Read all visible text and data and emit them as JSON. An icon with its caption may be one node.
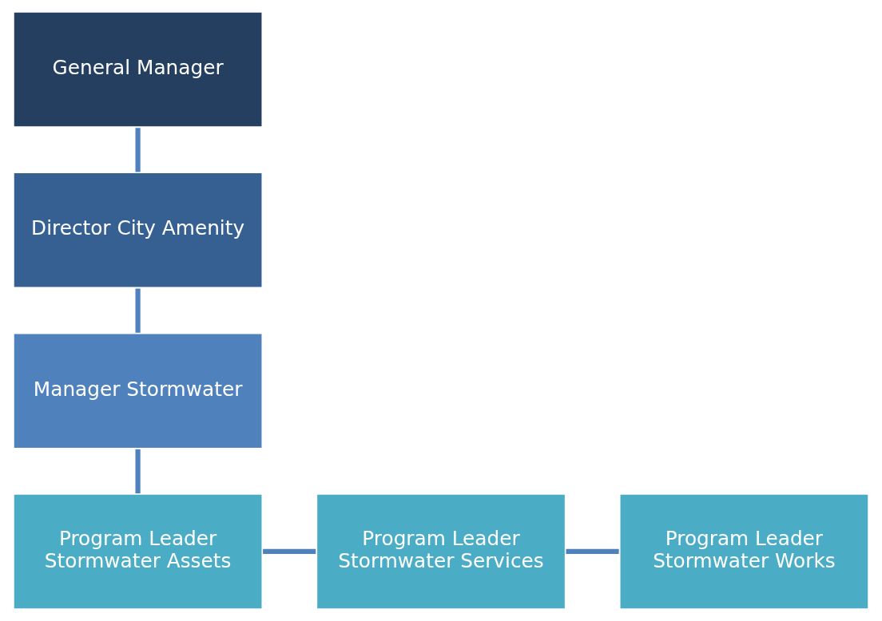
{
  "diagram": {
    "nodes": [
      {
        "text": [
          "General Manager"
        ]
      },
      {
        "text": [
          "Director City Amenity"
        ]
      },
      {
        "text": [
          "Manager Stormwater"
        ]
      },
      {
        "text": [
          "Program Leader Stormwater Assets"
        ]
      },
      {
        "text": [
          "Program Leader Stormwater Services"
        ]
      },
      {
        "text": [
          "Program Leader Stormwater Works"
        ]
      }
    ],
    "edges": [
      {
        "from": 0,
        "to": 1,
        "arrow": "none"
      },
      {
        "from": 1,
        "to": 2,
        "arrow": "none"
      },
      {
        "from": 2,
        "to": 3,
        "arrow": "none"
      },
      {
        "from": 3,
        "to": 4,
        "arrow": "none"
      },
      {
        "from": 4,
        "to": 5,
        "arrow": "none"
      }
    ]
  }
}
